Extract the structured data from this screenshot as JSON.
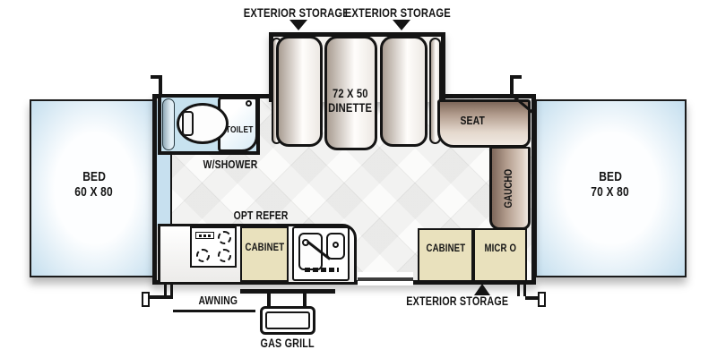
{
  "colors": {
    "wall": "#141414",
    "floor": "#fbfbfa",
    "bed_fill": "#c7e0ef",
    "bathroom_fill": "#c7e2ef",
    "shower_fill": "#d9ecf6",
    "cabinet_fill": "#e9e1bd",
    "sofa_dark": "#7d675a",
    "sofa_light": "#f0e9e2",
    "cushion_dark": "#a99d92"
  },
  "floorplan": {
    "front_storage_left": "EXTERIOR STORAGE",
    "front_storage_right": "EXTERIOR STORAGE",
    "dinette_size": "72 X 50",
    "dinette_name": "DINETTE",
    "toilet": "TOILET",
    "shower": "W/SHOWER",
    "seat": "SEAT",
    "gaucho": "GAUCHO",
    "opt_refer": "OPT REFER",
    "kitchen_cabinet": "CABINET",
    "rear_cabinet": "CABINET",
    "microwave": "MICR O",
    "bed_left_name": "BED",
    "bed_left_size": "60 X 80",
    "bed_right_name": "BED",
    "bed_right_size": "70 X 80",
    "awning": "AWNING",
    "gas_grill": "GAS GRILL",
    "rear_storage": "EXTERIOR STORAGE"
  }
}
